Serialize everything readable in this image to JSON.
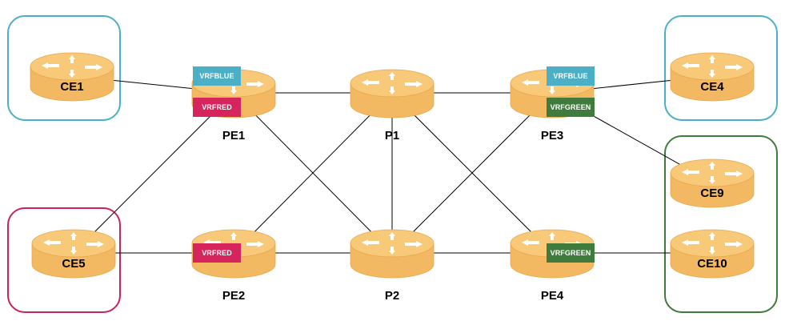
{
  "colors": {
    "router_body": "#F2B862",
    "router_top": "#F7C978",
    "router_edge": "#E8A74A",
    "arrow": "#FFFFFF",
    "link": "#000000",
    "vrf_blue": "#4BAFC6",
    "vrf_red": "#D6245D",
    "vrf_green": "#3E7B3C",
    "group_blue": "#4BAFC6",
    "group_red": "#C8245A",
    "group_green": "#3E7B3C"
  },
  "router_icon": "router-icon",
  "nodes": {
    "ce1": {
      "label": "CE1"
    },
    "ce4": {
      "label": "CE4"
    },
    "ce5": {
      "label": "CE5"
    },
    "ce9": {
      "label": "CE9"
    },
    "ce10": {
      "label": "CE10"
    },
    "pe1": {
      "label": "PE1"
    },
    "pe2": {
      "label": "PE2"
    },
    "pe3": {
      "label": "PE3"
    },
    "pe4": {
      "label": "PE4"
    },
    "p1": {
      "label": "P1"
    },
    "p2": {
      "label": "P2"
    }
  },
  "vrf_tags": {
    "pe1_blue": {
      "label": "VRFBLUE",
      "color": "vrf_blue"
    },
    "pe1_red": {
      "label": "VRFRED",
      "color": "vrf_red"
    },
    "pe2_red": {
      "label": "VRFRED",
      "color": "vrf_red"
    },
    "pe3_blue": {
      "label": "VRFBLUE",
      "color": "vrf_blue"
    },
    "pe3_green": {
      "label": "VRFGREEN",
      "color": "vrf_green"
    },
    "pe4_green": {
      "label": "VRFGREEN",
      "color": "vrf_green"
    }
  },
  "links": [
    [
      "ce1",
      "pe1"
    ],
    [
      "pe1",
      "p1"
    ],
    [
      "p1",
      "pe3"
    ],
    [
      "pe3",
      "ce4"
    ],
    [
      "ce5",
      "pe2"
    ],
    [
      "pe2",
      "p2"
    ],
    [
      "p2",
      "pe4"
    ],
    [
      "pe4",
      "ce10"
    ],
    [
      "pe1",
      "p2"
    ],
    [
      "pe2",
      "p1"
    ],
    [
      "p1",
      "p2"
    ],
    [
      "p1",
      "pe4"
    ],
    [
      "p2",
      "pe3"
    ],
    [
      "pe3",
      "ce9"
    ],
    [
      "ce5",
      "pe1"
    ]
  ],
  "groups": [
    {
      "id": "ce1-site",
      "color": "group_blue"
    },
    {
      "id": "ce4-site",
      "color": "group_blue"
    },
    {
      "id": "ce5-site",
      "color": "group_red"
    },
    {
      "id": "ce9-ce10-site",
      "color": "group_green"
    }
  ]
}
